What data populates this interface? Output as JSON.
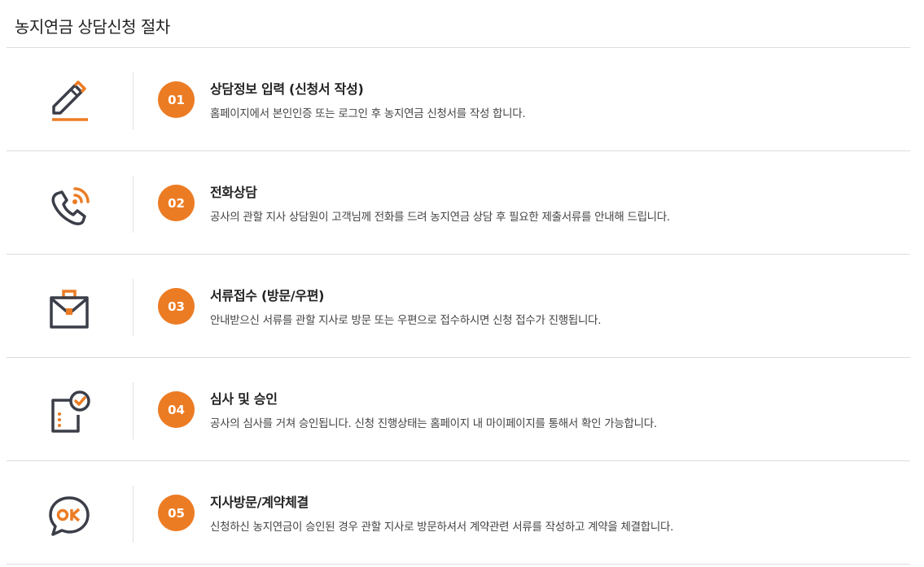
{
  "page": {
    "title": "농지연금 상담신청 절차"
  },
  "colors": {
    "accent": "#ec7c24",
    "icon_dark": "#3b3e48",
    "divider": "#dcdcdc"
  },
  "steps": [
    {
      "number": "01",
      "icon": "pencil-icon",
      "title": "상담정보 입력 (신청서 작성)",
      "description": "홈페이지에서 본인인증 또는 로그인 후 농지연금 신청서를 작성 합니다."
    },
    {
      "number": "02",
      "icon": "phone-call-icon",
      "title": "전화상담",
      "description": "공사의 관할 지사 상담원이 고객님께 전화를 드려 농지연금 상담 후 필요한 제출서류를 안내해 드립니다."
    },
    {
      "number": "03",
      "icon": "briefcase-icon",
      "title": "서류접수 (방문/우편)",
      "description": "안내받으신 서류를 관할 지사로 방문 또는 우편으로 접수하시면 신청 접수가 진행됩니다."
    },
    {
      "number": "04",
      "icon": "document-check-icon",
      "title": "심사 및 승인",
      "description": "공사의 심사를 거쳐 승인됩니다. 신청 진행상태는 홈페이지 내 마이페이지를 통해서 확인 가능합니다."
    },
    {
      "number": "05",
      "icon": "ok-speech-bubble-icon",
      "title": "지사방문/계약체결",
      "description": "신청하신 농지연금이 승인된 경우 관할 지사로 방문하셔서 계약관련 서류를 작성하고 계약을 체결합니다."
    }
  ]
}
